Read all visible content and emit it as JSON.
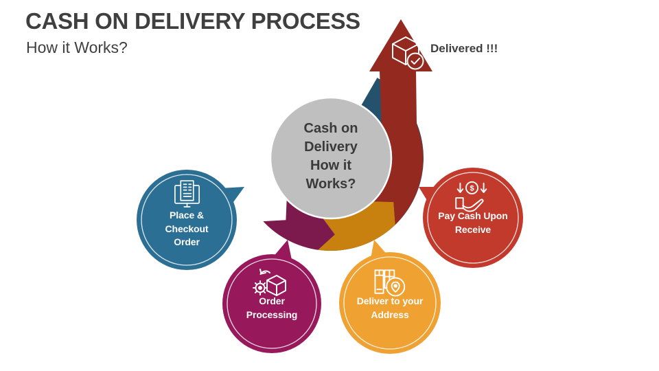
{
  "slide": {
    "title": "CASH ON DELIVERY PROCESS",
    "subtitle": "How it Works?",
    "center_circle": {
      "lines": [
        "Cash on",
        "Delivery",
        "How it",
        "Works?"
      ]
    },
    "arrow": {
      "label": "Delivered !!!",
      "icon": "delivered-package-icon"
    },
    "steps": [
      {
        "id": "place-checkout-order",
        "lines": [
          "Place &",
          "Checkout",
          "Order"
        ],
        "icon": "order-receipt-icon",
        "color": "#2C6F95"
      },
      {
        "id": "order-processing",
        "lines": [
          "Order",
          "Processing"
        ],
        "icon": "order-processing-icon",
        "color": "#97195B"
      },
      {
        "id": "deliver-to-address",
        "lines": [
          "Deliver to your",
          "Address"
        ],
        "icon": "delivery-address-icon",
        "color": "#EFA132"
      },
      {
        "id": "pay-cash-upon-receive",
        "lines": [
          "Pay Cash Upon",
          "Receive"
        ],
        "icon": "cash-payment-icon",
        "color": "#C23A2C"
      }
    ],
    "icons": {
      "dollar_glyph": "$"
    }
  },
  "colors": {
    "background": "#FFFFFF",
    "heading_text": "#3F3F3F",
    "center_fill": "#BFBFBF",
    "center_stroke": "#FFFFFF",
    "ring_teal": "#24516B",
    "ring_purple": "#7D1A4D",
    "ring_orange": "#C8800F",
    "arrow_red": "#93291F",
    "label_text": "#FFFFFF"
  }
}
